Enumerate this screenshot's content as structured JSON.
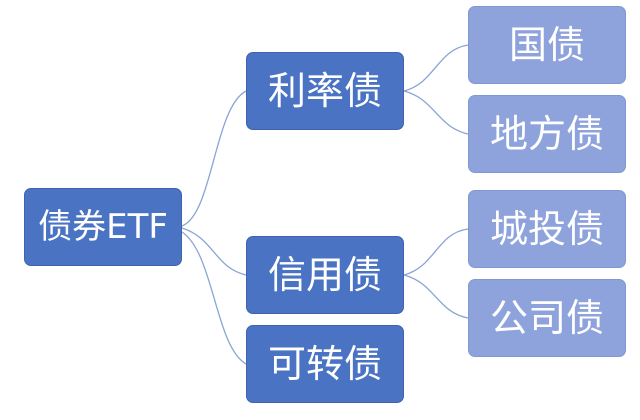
{
  "diagram": {
    "root": {
      "label": "债券ETF"
    },
    "level_1": [
      {
        "label": "利率债",
        "children": [
          {
            "label": "国债"
          },
          {
            "label": "地方债"
          }
        ]
      },
      {
        "label": "信用债",
        "children": [
          {
            "label": "城投债"
          },
          {
            "label": "公司债"
          }
        ]
      },
      {
        "label": "可转债",
        "children": []
      }
    ]
  },
  "colors": {
    "level_1_node": "#4a73c4",
    "level_2_node": "#4a73c4",
    "level_3_node": "#8ea3dc",
    "connector": "#8aa4d6",
    "text": "#ffffff",
    "background": "#ffffff"
  }
}
